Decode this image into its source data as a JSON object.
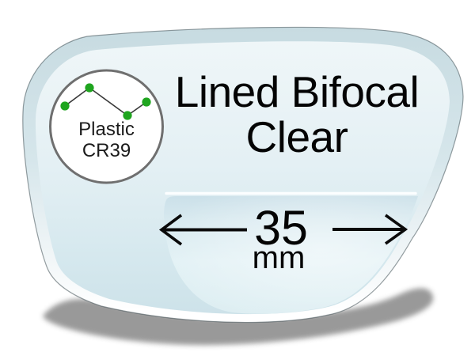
{
  "product": {
    "title_line1": "Lined Bifocal",
    "title_line2": "Clear",
    "segment_width_value": "35",
    "segment_width_unit": "mm",
    "material_line1": "Plastic",
    "material_line2": "CR39"
  },
  "colors": {
    "lens_rim": "#c7dbe1",
    "lens_fill_top": "#eff6f8",
    "lens_fill_bottom": "#cde2e9",
    "segment_fill_top": "#cbe0e9",
    "segment_fill_light": "#e2f1f5",
    "marker_green": "#1fa51f",
    "badge_ring_gray": "#6f6f6f",
    "shadow_gray": "#949494",
    "arrow_black": "#0a0a0a",
    "text_black": "#040404"
  }
}
